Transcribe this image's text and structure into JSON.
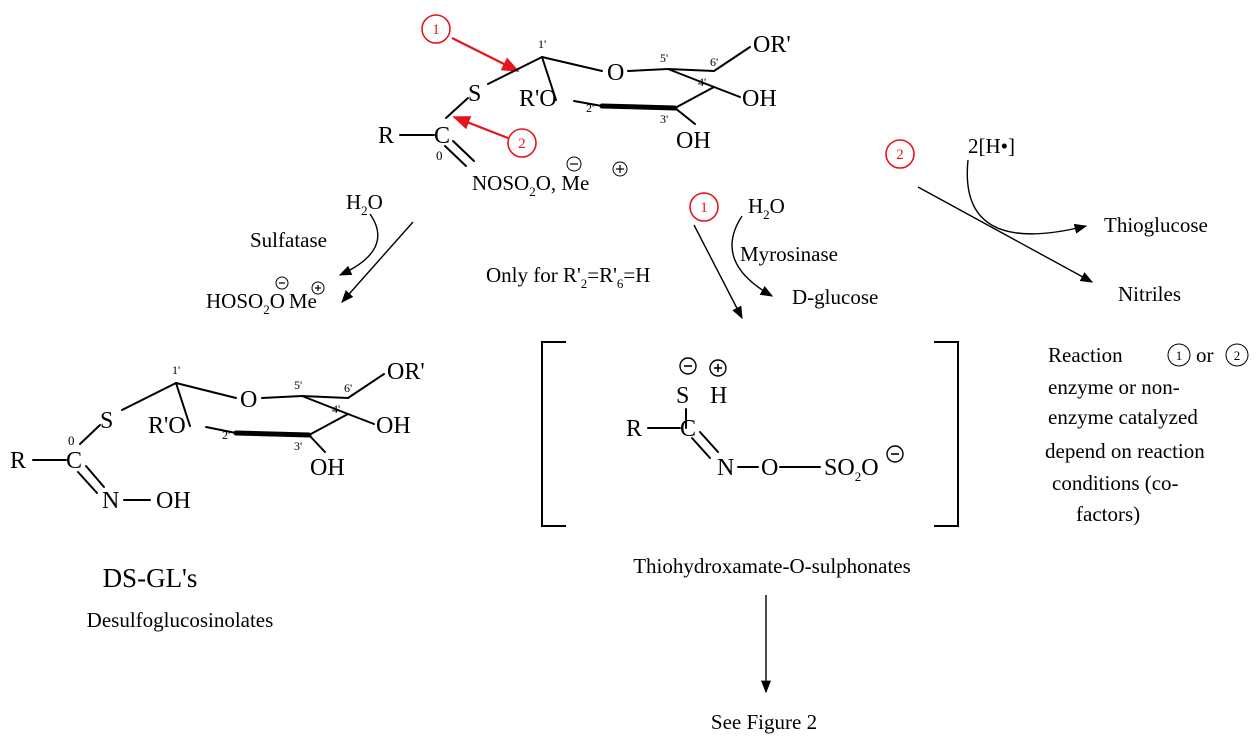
{
  "reactant": {
    "atoms": {
      "R": "R",
      "C": "C",
      "S": "S",
      "O_ring": "O",
      "ROprime": "R'O",
      "OR_prime": "OR'",
      "OH_4": "OH",
      "OH_3": "OH",
      "N_group": "NOSO",
      "sub2": "2",
      "O_end": "O",
      "me": ", Me"
    },
    "numbers": [
      "1'",
      "2'",
      "3'",
      "4'",
      "5'",
      "6'",
      "0"
    ],
    "markers": [
      "1",
      "2"
    ]
  },
  "sulfatase_path": {
    "reagent_H": "H",
    "reagent_sub": "2",
    "reagent_O": "O",
    "enzyme": "Sulfatase",
    "byproduct_a": "HOSO",
    "byproduct_sub": "2",
    "byproduct_b": "O",
    "byproduct_me": "Me"
  },
  "myrosinase_path": {
    "marker": "1",
    "reagent_H": "H",
    "reagent_sub": "2",
    "reagent_O": "O",
    "enzyme": "Myrosinase",
    "condition_a": "Only for R'",
    "sub2": "2",
    "condition_b": "=R'",
    "sub6": "6",
    "condition_c": "=H",
    "byproduct": "D-glucose"
  },
  "reduction_path": {
    "marker": "2",
    "reagent": "2[H•]",
    "product_1": "Thioglucose",
    "product_2": "Nitriles"
  },
  "desulfo": {
    "atoms": {
      "R": "R",
      "C": "C",
      "S": "S",
      "N": "N",
      "OH_n": "OH",
      "O_ring": "O",
      "ROprime": "R'O",
      "OR_prime": "OR'",
      "OH_4": "OH",
      "OH_3": "OH"
    },
    "numbers": [
      "1'",
      "2'",
      "3'",
      "4'",
      "5'",
      "6'",
      "0"
    ],
    "name_short": "DS-GL's",
    "name_full": "Desulfoglucosinolates"
  },
  "intermediate": {
    "atoms": {
      "S": "S",
      "H": "H",
      "R": "R",
      "C": "C",
      "N": "N",
      "O": "O",
      "SO": "SO",
      "sub2": "2",
      "O_end": "O"
    },
    "name": "Thiohydroxamate-O-sulphonates",
    "next": "See Figure 2"
  },
  "note": {
    "line1_a": "Reaction",
    "line1_m1": "1",
    "line1_or": "or",
    "line1_m2": "2",
    "line2": "enzyme or non-",
    "line3": "enzyme catalyzed",
    "line4": "depend on reaction",
    "line5": "conditions (co-",
    "line6": "factors)"
  }
}
